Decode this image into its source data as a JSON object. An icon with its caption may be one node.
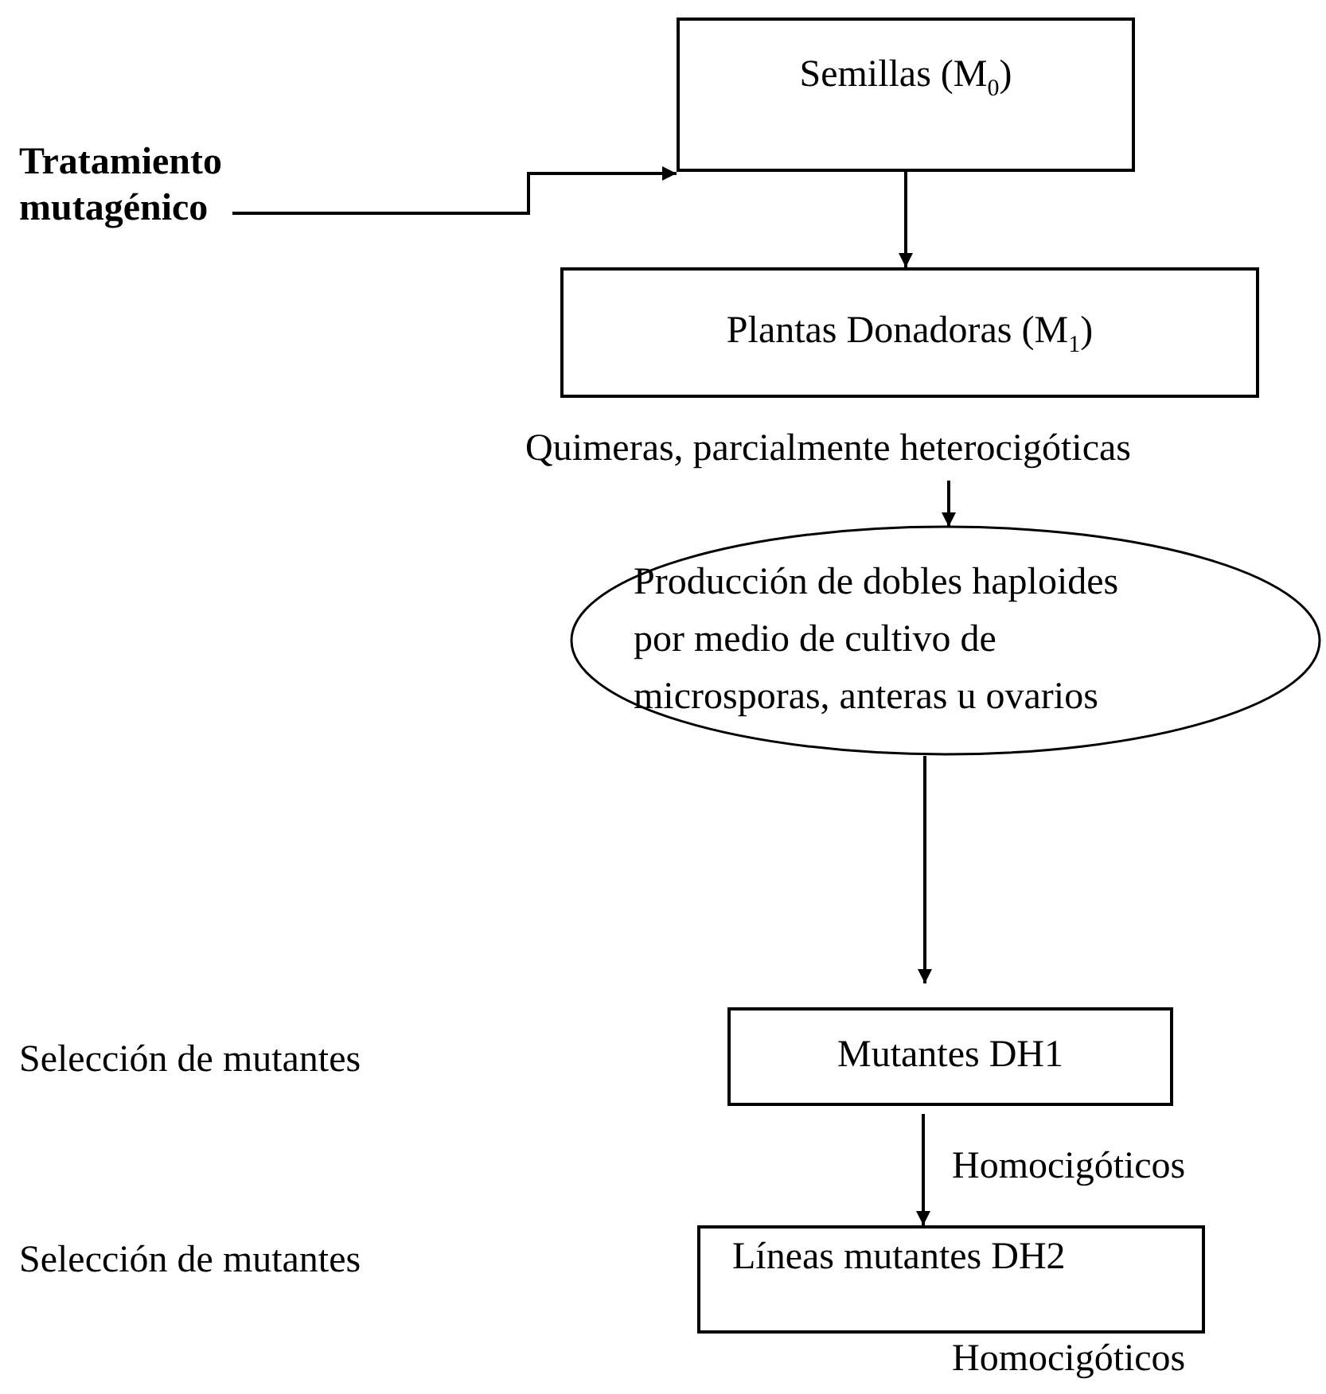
{
  "diagram": {
    "nodes": [
      {
        "text": [
          "Tratamiento mutagénico"
        ]
      },
      {
        "text": [
          "Semillas  (M$_{0}$)"
        ]
      },
      {
        "text": [
          "Plantas Donadoras (M$_{1}$)"
        ]
      },
      {
        "text": [
          "Quimeras, parcialmente heterocigóticas"
        ]
      },
      {
        "text": [
          "Producción de dobles haploides por medio de  cultivo de microsporas, anteras u ovarios"
        ]
      },
      {
        "text": [
          "Mutantes DH1"
        ]
      },
      {
        "text": [
          "Líneas mutantes DH2"
        ],
        "beside": [
          "Homocigóticos"
        ]
      }
    ],
    "edges": [
      {
        "from": 0,
        "to": 1,
        "arrow": "to"
      },
      {
        "from": 1,
        "to": 2,
        "arrow": "to"
      },
      {
        "from": 3,
        "to": 4,
        "arrow": "to"
      },
      {
        "from": 4,
        "to": 5,
        "arrow": "to"
      },
      {
        "from": 5,
        "to": 6,
        "arrow": "to",
        "label": "Homocigóticos"
      }
    ],
    "labels": [
      "Selección de mutantes",
      "Selección de mutantes"
    ]
  }
}
